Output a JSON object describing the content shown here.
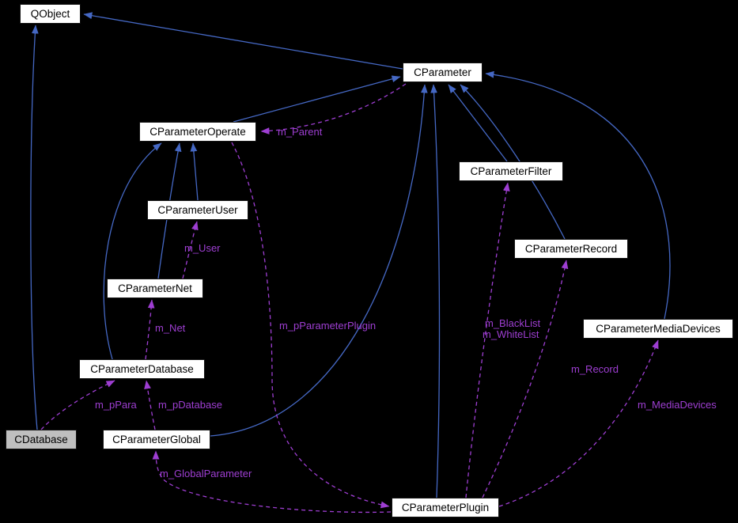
{
  "diagram": {
    "kind": "collaboration-graph",
    "colors": {
      "background": "#000000",
      "node_fill": "#ffffff",
      "node_text": "#000000",
      "highlight_node_fill": "#bfbfbf",
      "inheritance_edge": "#4568c4",
      "usage_edge": "#9e3ed2"
    },
    "nodes": {
      "qobject": {
        "label": "QObject"
      },
      "cparameter": {
        "label": "CParameter"
      },
      "cparameter_operate": {
        "label": "CParameterOperate"
      },
      "cparameter_filter": {
        "label": "CParameterFilter"
      },
      "cparameter_user": {
        "label": "CParameterUser"
      },
      "cparameter_record": {
        "label": "CParameterRecord"
      },
      "cparameter_net": {
        "label": "CParameterNet"
      },
      "cparameter_media_devices": {
        "label": "CParameterMediaDevices"
      },
      "cparameter_database": {
        "label": "CParameterDatabase"
      },
      "cdatabase": {
        "label": "CDatabase",
        "highlighted": true
      },
      "cparameter_global": {
        "label": "CParameterGlobal"
      },
      "cparameter_plugin": {
        "label": "CParameterPlugin"
      }
    },
    "edge_labels": {
      "m_parent": "m_Parent",
      "m_user": "m_User",
      "m_net": "m_Net",
      "m_p_parameter_plugin": "m_pParameterPlugin",
      "m_black_list": "m_BlackList",
      "m_white_list": "m_WhiteList",
      "m_record": "m_Record",
      "m_media_devices": "m_MediaDevices",
      "m_p_para": "m_pPara",
      "m_p_database": "m_pDatabase",
      "m_global_parameter": "m_GlobalParameter"
    },
    "edges": [
      {
        "from": "CParameter",
        "to": "QObject",
        "type": "inheritance"
      },
      {
        "from": "CDatabase",
        "to": "QObject",
        "type": "inheritance"
      },
      {
        "from": "CParameterOperate",
        "to": "CParameter",
        "type": "inheritance"
      },
      {
        "from": "CParameterFilter",
        "to": "CParameter",
        "type": "inheritance"
      },
      {
        "from": "CParameterRecord",
        "to": "CParameter",
        "type": "inheritance"
      },
      {
        "from": "CParameterMediaDevices",
        "to": "CParameter",
        "type": "inheritance"
      },
      {
        "from": "CParameterGlobal",
        "to": "CParameter",
        "type": "inheritance"
      },
      {
        "from": "CParameterPlugin",
        "to": "CParameter",
        "type": "inheritance"
      },
      {
        "from": "CParameterUser",
        "to": "CParameterOperate",
        "type": "inheritance"
      },
      {
        "from": "CParameterNet",
        "to": "CParameterOperate",
        "type": "inheritance"
      },
      {
        "from": "CParameterDatabase",
        "to": "CParameterOperate",
        "type": "inheritance"
      },
      {
        "from": "CParameter",
        "to": "CParameterOperate",
        "type": "usage",
        "label": "m_Parent"
      },
      {
        "from": "CParameterNet",
        "to": "CParameterUser",
        "type": "usage",
        "label": "m_User"
      },
      {
        "from": "CParameterDatabase",
        "to": "CParameterNet",
        "type": "usage",
        "label": "m_Net"
      },
      {
        "from": "CParameterOperate",
        "to": "CParameterPlugin",
        "type": "usage",
        "label": "m_pParameterPlugin"
      },
      {
        "from": "CParameterPlugin",
        "to": "CParameterFilter",
        "type": "usage",
        "label": "m_BlackList m_WhiteList"
      },
      {
        "from": "CParameterPlugin",
        "to": "CParameterRecord",
        "type": "usage",
        "label": "m_Record"
      },
      {
        "from": "CParameterPlugin",
        "to": "CParameterMediaDevices",
        "type": "usage",
        "label": "m_MediaDevices"
      },
      {
        "from": "CDatabase",
        "to": "CParameterDatabase",
        "type": "usage",
        "label": "m_pPara"
      },
      {
        "from": "CParameterGlobal",
        "to": "CParameterDatabase",
        "type": "usage",
        "label": "m_pDatabase"
      },
      {
        "from": "CParameterPlugin",
        "to": "CParameterGlobal",
        "type": "usage",
        "label": "m_GlobalParameter"
      }
    ]
  }
}
